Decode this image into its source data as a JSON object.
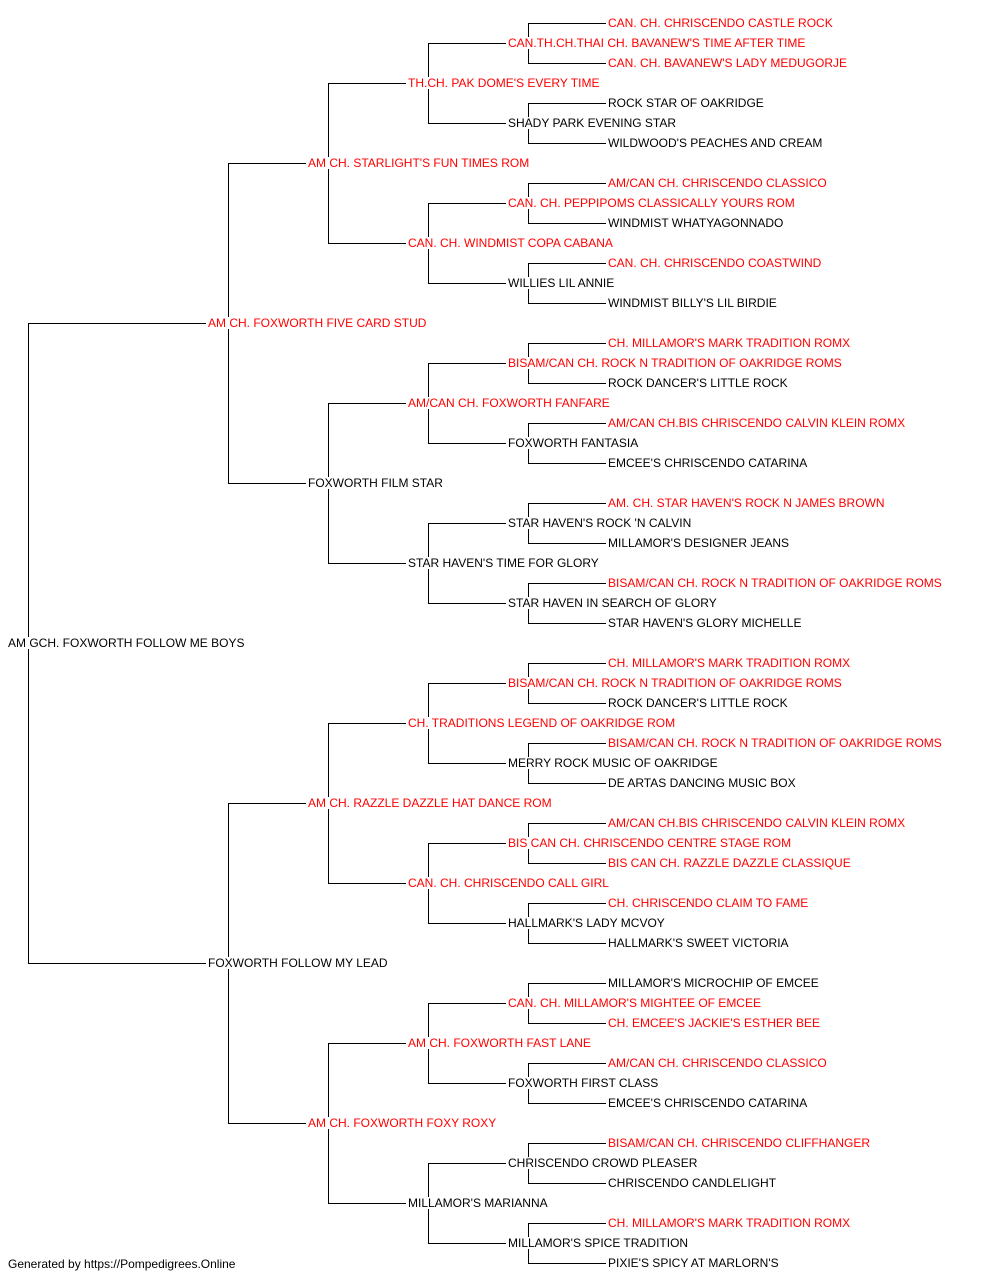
{
  "colors": {
    "champion": "#ff0000",
    "plain": "#000000",
    "line": "#000000"
  },
  "footer": "Generated by https://Pompedigrees.Online",
  "pedigree": {
    "name": "AM GCH. FOXWORTH FOLLOW ME BOYS",
    "champion": false,
    "sire": {
      "name": "AM CH. FOXWORTH FIVE CARD STUD",
      "champion": true,
      "sire": {
        "name": "AM CH. STARLIGHT'S FUN TIMES ROM",
        "champion": true,
        "sire": {
          "name": "TH.CH. PAK DOME'S EVERY TIME",
          "champion": true,
          "sire": {
            "name": "CAN.TH.CH.THAI CH. BAVANEW'S TIME AFTER TIME",
            "champion": true,
            "sire": {
              "name": "CAN. CH. CHRISCENDO CASTLE ROCK",
              "champion": true
            },
            "dam": {
              "name": "CAN. CH. BAVANEW'S LADY MEDUGORJE",
              "champion": true
            }
          },
          "dam": {
            "name": "SHADY PARK EVENING STAR",
            "champion": false,
            "sire": {
              "name": "ROCK STAR OF OAKRIDGE",
              "champion": false
            },
            "dam": {
              "name": "WILDWOOD'S PEACHES AND CREAM",
              "champion": false
            }
          }
        },
        "dam": {
          "name": "CAN. CH. WINDMIST COPA CABANA",
          "champion": true,
          "sire": {
            "name": "CAN. CH. PEPPIPOMS CLASSICALLY YOURS ROM",
            "champion": true,
            "sire": {
              "name": "AM/CAN CH. CHRISCENDO CLASSICO",
              "champion": true
            },
            "dam": {
              "name": "WINDMIST WHATYAGONNADO",
              "champion": false
            }
          },
          "dam": {
            "name": "WILLIES LIL ANNIE",
            "champion": false,
            "sire": {
              "name": "CAN. CH. CHRISCENDO COASTWIND",
              "champion": true
            },
            "dam": {
              "name": "WINDMIST BILLY'S LIL BIRDIE",
              "champion": false
            }
          }
        }
      },
      "dam": {
        "name": "FOXWORTH FILM STAR",
        "champion": false,
        "sire": {
          "name": "AM/CAN CH. FOXWORTH FANFARE",
          "champion": true,
          "sire": {
            "name": "BISAM/CAN CH. ROCK N TRADITION OF OAKRIDGE ROMS",
            "champion": true,
            "sire": {
              "name": "CH. MILLAMOR'S MARK TRADITION ROMX",
              "champion": true
            },
            "dam": {
              "name": "ROCK DANCER'S LITTLE ROCK",
              "champion": false
            }
          },
          "dam": {
            "name": "FOXWORTH FANTASIA",
            "champion": false,
            "sire": {
              "name": "AM/CAN CH.BIS CHRISCENDO CALVIN KLEIN ROMX",
              "champion": true
            },
            "dam": {
              "name": "EMCEE'S CHRISCENDO CATARINA",
              "champion": false
            }
          }
        },
        "dam": {
          "name": "STAR HAVEN'S TIME FOR GLORY",
          "champion": false,
          "sire": {
            "name": "STAR HAVEN'S ROCK 'N CALVIN",
            "champion": false,
            "sire": {
              "name": "AM. CH. STAR HAVEN'S ROCK N JAMES BROWN",
              "champion": true
            },
            "dam": {
              "name": "MILLAMOR'S DESIGNER JEANS",
              "champion": false
            }
          },
          "dam": {
            "name": "STAR HAVEN IN SEARCH OF GLORY",
            "champion": false,
            "sire": {
              "name": "BISAM/CAN CH. ROCK N TRADITION OF OAKRIDGE ROMS",
              "champion": true
            },
            "dam": {
              "name": "STAR HAVEN'S GLORY MICHELLE",
              "champion": false
            }
          }
        }
      }
    },
    "dam": {
      "name": "FOXWORTH FOLLOW MY LEAD",
      "champion": false,
      "sire": {
        "name": "AM CH. RAZZLE DAZZLE HAT DANCE ROM",
        "champion": true,
        "sire": {
          "name": "CH. TRADITIONS LEGEND OF OAKRIDGE ROM",
          "champion": true,
          "sire": {
            "name": "BISAM/CAN CH. ROCK N TRADITION OF OAKRIDGE ROMS",
            "champion": true,
            "sire": {
              "name": "CH. MILLAMOR'S MARK TRADITION ROMX",
              "champion": true
            },
            "dam": {
              "name": "ROCK DANCER'S LITTLE ROCK",
              "champion": false
            }
          },
          "dam": {
            "name": "MERRY ROCK MUSIC OF OAKRIDGE",
            "champion": false,
            "sire": {
              "name": "BISAM/CAN CH. ROCK N TRADITION OF OAKRIDGE ROMS",
              "champion": true
            },
            "dam": {
              "name": "DE ARTAS DANCING MUSIC BOX",
              "champion": false
            }
          }
        },
        "dam": {
          "name": "CAN. CH. CHRISCENDO CALL GIRL",
          "champion": true,
          "sire": {
            "name": "BIS CAN CH. CHRISCENDO CENTRE STAGE ROM",
            "champion": true,
            "sire": {
              "name": "AM/CAN CH.BIS CHRISCENDO CALVIN KLEIN ROMX",
              "champion": true
            },
            "dam": {
              "name": "BIS CAN CH. RAZZLE DAZZLE CLASSIQUE",
              "champion": true
            }
          },
          "dam": {
            "name": "HALLMARK'S LADY MCVOY",
            "champion": false,
            "sire": {
              "name": "CH. CHRISCENDO CLAIM TO FAME",
              "champion": true
            },
            "dam": {
              "name": "HALLMARK'S SWEET VICTORIA",
              "champion": false
            }
          }
        }
      },
      "dam": {
        "name": "AM CH. FOXWORTH FOXY ROXY",
        "champion": true,
        "sire": {
          "name": "AM CH. FOXWORTH FAST LANE",
          "champion": true,
          "sire": {
            "name": "CAN. CH. MILLAMOR'S MIGHTEE OF EMCEE",
            "champion": true,
            "sire": {
              "name": "MILLAMOR'S MICROCHIP OF EMCEE",
              "champion": false
            },
            "dam": {
              "name": "CH. EMCEE'S JACKIE'S ESTHER BEE",
              "champion": true
            }
          },
          "dam": {
            "name": "FOXWORTH FIRST CLASS",
            "champion": false,
            "sire": {
              "name": "AM/CAN CH. CHRISCENDO CLASSICO",
              "champion": true
            },
            "dam": {
              "name": "EMCEE'S CHRISCENDO CATARINA",
              "champion": false
            }
          }
        },
        "dam": {
          "name": "MILLAMOR'S MARIANNA",
          "champion": false,
          "sire": {
            "name": "CHRISCENDO CROWD PLEASER",
            "champion": false,
            "sire": {
              "name": "BISAM/CAN CH. CHRISCENDO CLIFFHANGER",
              "champion": true
            },
            "dam": {
              "name": "CHRISCENDO CANDLELIGHT",
              "champion": false
            }
          },
          "dam": {
            "name": "MILLAMOR'S SPICE TRADITION",
            "champion": false,
            "sire": {
              "name": "CH. MILLAMOR'S MARK TRADITION ROMX",
              "champion": true
            },
            "dam": {
              "name": "PIXIE'S SPICY AT MARLORN'S",
              "champion": false
            }
          }
        }
      }
    }
  }
}
